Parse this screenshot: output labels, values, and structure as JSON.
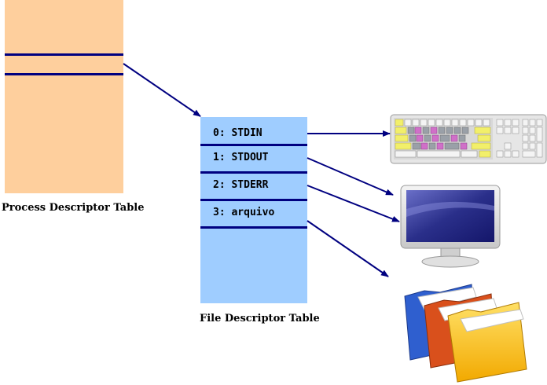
{
  "process_table": {
    "caption": "Process Descriptor Table"
  },
  "file_table": {
    "caption": "File Descriptor Table",
    "entries": [
      "0: STDIN",
      "1: STDOUT",
      "2: STDERR",
      "3: arquivo"
    ]
  },
  "devices": {
    "keyboard": "keyboard-icon",
    "monitor": "monitor-icon",
    "folders": "folders-icon"
  },
  "colors": {
    "process_table": "#fecf9d",
    "file_table": "#9fcdff",
    "arrow": "#000080"
  }
}
